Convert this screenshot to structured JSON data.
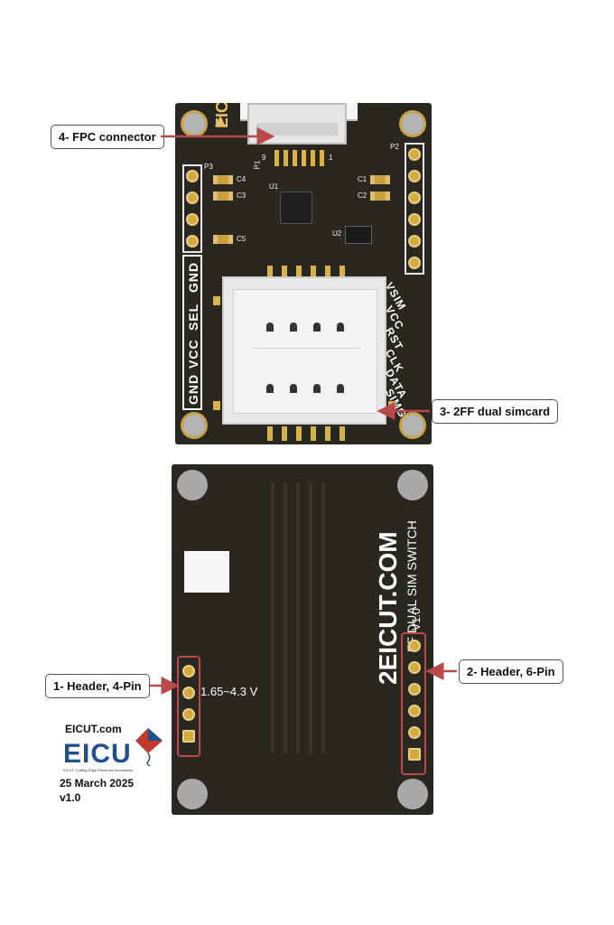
{
  "callouts": {
    "fpc": "4- FPC connector",
    "simcard": "3- 2FF dual simcard",
    "header4": "1- Header, 4-Pin",
    "header6": "2- Header, 6-Pin"
  },
  "top_board": {
    "left_labels": [
      "GND",
      "VCC",
      "SEL",
      "GND"
    ],
    "right_labels": [
      "VSIM",
      "VCC",
      "RST",
      "CLK",
      "DATA",
      "SIMG"
    ],
    "designators": {
      "p1": "P1",
      "p2": "P2",
      "p3": "P3",
      "u1": "U1",
      "u2": "U2",
      "c1": "C1",
      "c2": "C2",
      "c3": "C3",
      "c4": "C4",
      "c5": "C5",
      "pin9": "9",
      "pin1": "1"
    },
    "logo": "EICU"
  },
  "bottom_board": {
    "brand": "2EICUT.COM",
    "subtitle": "FF DUAL SIM SWITCH",
    "version": "V1.0",
    "voltage": "1.65~4.3 V"
  },
  "logo_block": {
    "site": "EICUT.com",
    "mark": "EICU",
    "tagline": "EICUT, Cutting-Edge Electronic Innovations",
    "date": "25 March 2025",
    "version": "v1.0"
  },
  "colors": {
    "pcb": "#2a2620",
    "gold": "#d4a93e",
    "callout_arrow": "#b84a4a"
  }
}
